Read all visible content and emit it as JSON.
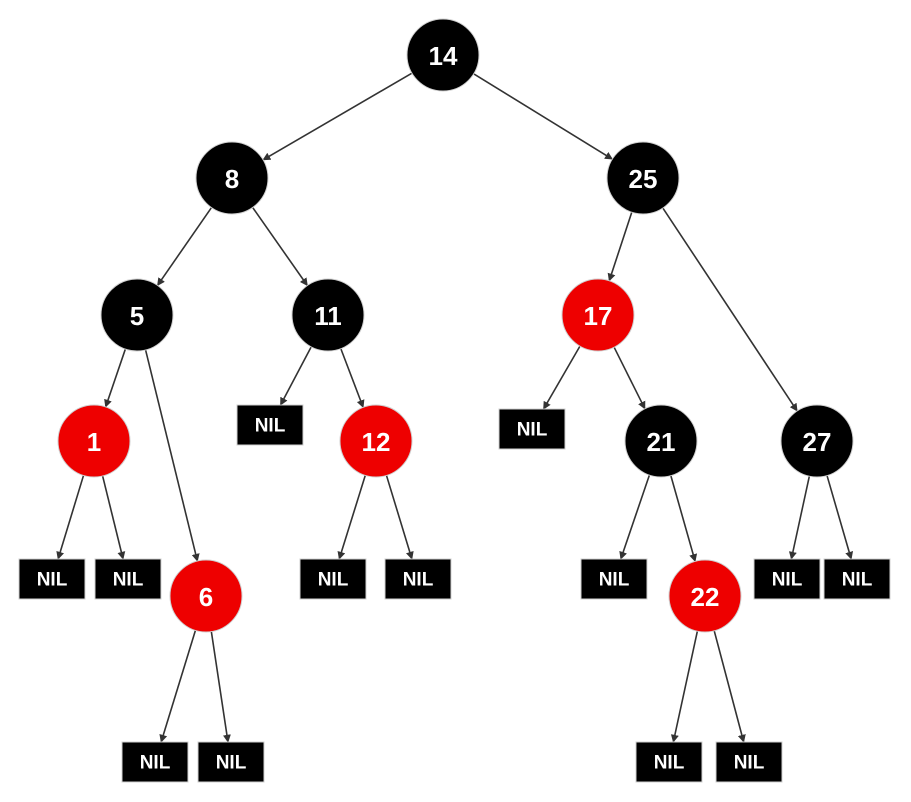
{
  "colors": {
    "black": "#000000",
    "red": "#ee0000",
    "edge": "#333333",
    "text": "#ffffff"
  },
  "nodes": [
    {
      "id": "n14",
      "label": "14",
      "color": "black"
    },
    {
      "id": "n8",
      "label": "8",
      "color": "black"
    },
    {
      "id": "n25",
      "label": "25",
      "color": "black"
    },
    {
      "id": "n5",
      "label": "5",
      "color": "black"
    },
    {
      "id": "n11",
      "label": "11",
      "color": "black"
    },
    {
      "id": "n17",
      "label": "17",
      "color": "red"
    },
    {
      "id": "n1",
      "label": "1",
      "color": "red"
    },
    {
      "id": "n12",
      "label": "12",
      "color": "red"
    },
    {
      "id": "n21",
      "label": "21",
      "color": "black"
    },
    {
      "id": "n27",
      "label": "27",
      "color": "black"
    },
    {
      "id": "n6",
      "label": "6",
      "color": "red"
    },
    {
      "id": "n22",
      "label": "22",
      "color": "red"
    }
  ],
  "nil_label": "NIL",
  "nils": [
    {
      "id": "nil11L"
    },
    {
      "id": "nil17L"
    },
    {
      "id": "nil1L"
    },
    {
      "id": "nil1R"
    },
    {
      "id": "nil12L"
    },
    {
      "id": "nil12R"
    },
    {
      "id": "nil21L"
    },
    {
      "id": "nil27L"
    },
    {
      "id": "nil27R"
    },
    {
      "id": "nil6L"
    },
    {
      "id": "nil6R"
    },
    {
      "id": "nil22L"
    },
    {
      "id": "nil22R"
    }
  ],
  "edges": [
    [
      "n14",
      "n8"
    ],
    [
      "n14",
      "n25"
    ],
    [
      "n8",
      "n5"
    ],
    [
      "n8",
      "n11"
    ],
    [
      "n25",
      "n17"
    ],
    [
      "n25",
      "n27"
    ],
    [
      "n5",
      "n1"
    ],
    [
      "n5",
      "n6"
    ],
    [
      "n11",
      "nil11L"
    ],
    [
      "n11",
      "n12"
    ],
    [
      "n17",
      "nil17L"
    ],
    [
      "n17",
      "n21"
    ],
    [
      "n1",
      "nil1L"
    ],
    [
      "n1",
      "nil1R"
    ],
    [
      "n12",
      "nil12L"
    ],
    [
      "n12",
      "nil12R"
    ],
    [
      "n21",
      "nil21L"
    ],
    [
      "n21",
      "n22"
    ],
    [
      "n27",
      "nil27L"
    ],
    [
      "n27",
      "nil27R"
    ],
    [
      "n6",
      "nil6L"
    ],
    [
      "n6",
      "nil6R"
    ],
    [
      "n22",
      "nil22L"
    ],
    [
      "n22",
      "nil22R"
    ]
  ]
}
